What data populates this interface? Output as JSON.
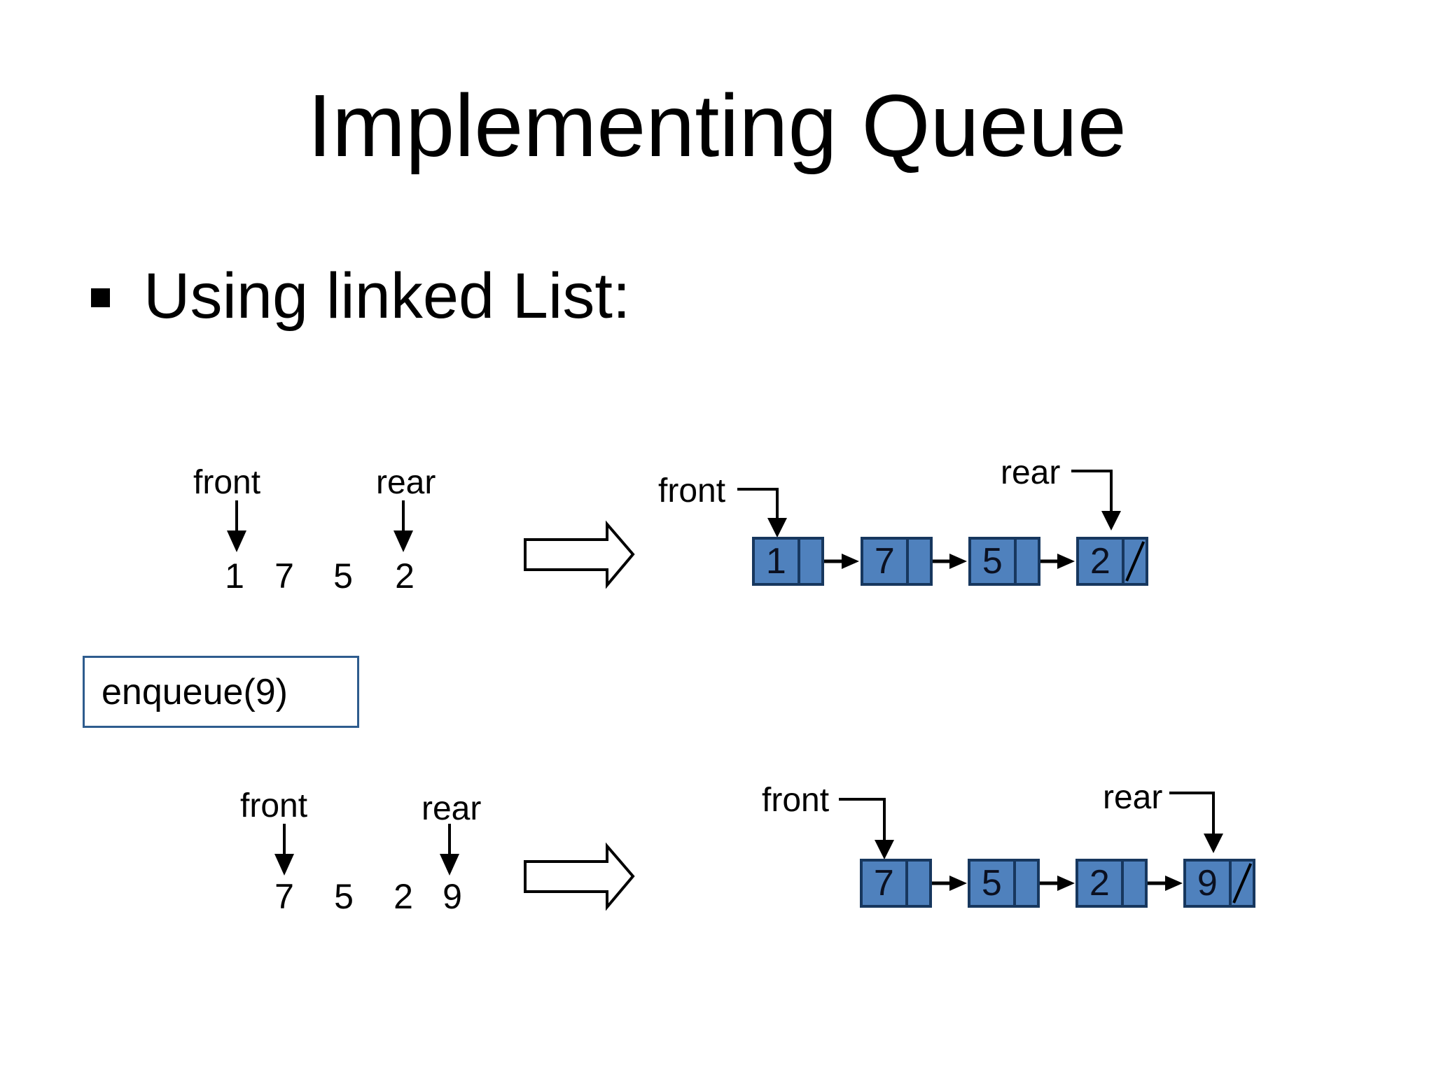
{
  "slide": {
    "title": "Implementing Queue",
    "bullet": "Using linked List:"
  },
  "operation_label": "enqueue(9)",
  "colors": {
    "background": "#ffffff",
    "text": "#000000",
    "node_fill": "#4f81bd",
    "node_border": "#17375e",
    "enqueue_box_border": "#2e5c8e"
  },
  "before": {
    "array": {
      "front_label": "front",
      "rear_label": "rear",
      "values": [
        "1",
        "7",
        "5",
        "2"
      ]
    },
    "linked_list": {
      "front_label": "front",
      "rear_label": "rear",
      "nodes": [
        {
          "value": "1"
        },
        {
          "value": "7"
        },
        {
          "value": "5"
        },
        {
          "value": "2",
          "null_next": true
        }
      ]
    }
  },
  "after": {
    "array": {
      "front_label": "front",
      "rear_label": "rear",
      "values": [
        "7",
        "5",
        "2",
        "9"
      ]
    },
    "linked_list": {
      "front_label": "front",
      "rear_label": "rear",
      "nodes": [
        {
          "value": "7"
        },
        {
          "value": "5"
        },
        {
          "value": "2"
        },
        {
          "value": "9",
          "null_next": true
        }
      ]
    }
  }
}
